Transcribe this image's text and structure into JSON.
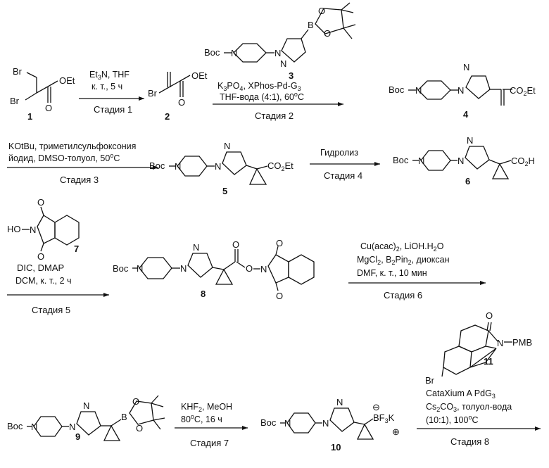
{
  "compounds": {
    "c1": "1",
    "c2": "2",
    "c3": "3",
    "c4": "4",
    "c5": "5",
    "c6": "6",
    "c7": "7",
    "c8": "8",
    "c9": "9",
    "c10": "10",
    "c11": "11"
  },
  "atoms": {
    "br": "Br",
    "oet": "OEt",
    "boc": "Boc",
    "n": "N",
    "o": "O",
    "b": "B",
    "ho": "HO",
    "co2et": "CO",
    "co2et_tail": "Et",
    "co2h": "CO",
    "co2h_tail": "H",
    "pmb": "PMB",
    "bf3k": "BF",
    "bf3k_tail": "K",
    "minus": "⊖",
    "plus": "⊕",
    "two": "2",
    "three": "3"
  },
  "steps": {
    "s1": {
      "cond1": "Et",
      "cond1_sub": "3",
      "cond1_tail": "N, THF",
      "cond2": "к. т., 5 ч",
      "label": "Стадия 1"
    },
    "s2": {
      "cond1": "K",
      "cond1_sub": "3",
      "cond1_mid": "PO",
      "cond1_sub2": "4",
      "cond1_tail": ", XPhos-Pd-G",
      "cond1_sub3": "3",
      "cond2": "THF-вода (4:1), 60",
      "cond2_sup": "o",
      "cond2_tail": "C",
      "label": "Стадия 2"
    },
    "s3": {
      "cond1": "KOtBu, триметилсульфоксония",
      "cond2": "йодид, DMSO-толуол, 50",
      "cond2_sup": "o",
      "cond2_tail": "C",
      "label": "Стадия 3"
    },
    "s4": {
      "cond1": "Гидролиз",
      "label": "Стадия 4"
    },
    "s5": {
      "cond1": "DIC, DMAP",
      "cond2": "DCM, к. т., 2 ч",
      "label": "Стадия 5"
    },
    "s6": {
      "cond1": "Cu(acac)",
      "cond1_sub": "2",
      "cond1_tail": ", LiOH.H",
      "cond1_sub2": "2",
      "cond1_tail2": "O",
      "cond2": "MgCl",
      "cond2_sub": "2",
      "cond2_mid": ", B",
      "cond2_sub2": "2",
      "cond2_mid2": "Pin",
      "cond2_sub3": "2",
      "cond2_tail": ", диоксан",
      "cond3": "DMF, к. т., 10 мин",
      "label": "Стадия 6"
    },
    "s7": {
      "cond1": "KHF",
      "cond1_sub": "2",
      "cond1_tail": ", MeOH",
      "cond2": "80",
      "cond2_sup": "o",
      "cond2_tail": "C, 16 ч",
      "label": "Стадия 7"
    },
    "s8": {
      "cond1": "CataXium A PdG",
      "cond1_sub": "3",
      "cond2": "Cs",
      "cond2_sub": "2",
      "cond2_mid": "CO",
      "cond2_sub2": "3",
      "cond2_tail": ", толуол-вода",
      "cond3": "(10:1), 100",
      "cond3_sup": "o",
      "cond3_tail": "C",
      "label": "Стадия 8"
    }
  }
}
